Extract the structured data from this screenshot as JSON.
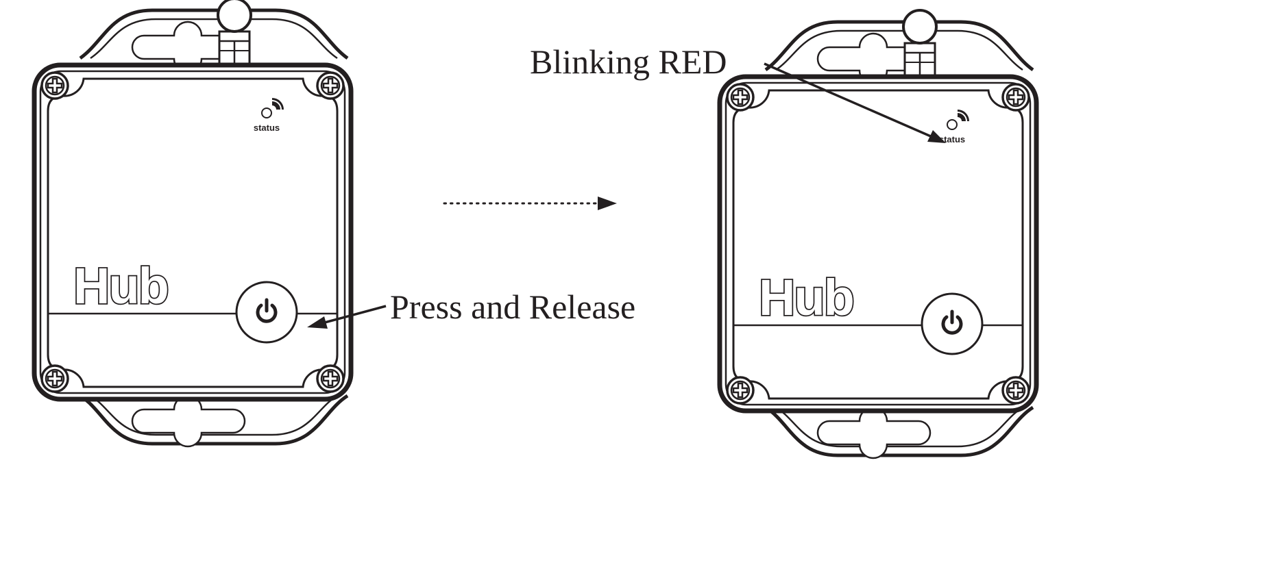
{
  "device_before": {
    "status_label": "status",
    "name_label": "Hub"
  },
  "device_after": {
    "status_label": "status",
    "name_label": "Hub"
  },
  "callouts": {
    "press": "Press and Release",
    "blink": "Blinking RED"
  },
  "icons": {
    "power": "power-icon",
    "signal": "signal-icon",
    "screw": "screw-plus-icon",
    "antenna": "antenna-icon"
  },
  "colors": {
    "line": "#231f20",
    "background": "#ffffff"
  }
}
